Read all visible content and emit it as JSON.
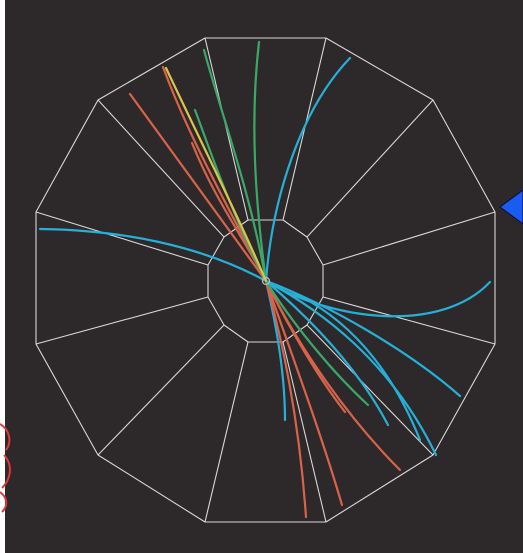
{
  "colors": {
    "page": "#ffffff",
    "panel": "#2d2829",
    "detector": "#d8d8d8",
    "vertex": "#bbbbbb",
    "marker": "#1a5cf0",
    "side_glyph": "#e03838"
  },
  "tracks": [
    {
      "label": "track-cyan-left",
      "color": "#26b0d8"
    },
    {
      "label": "track-cyan-up",
      "color": "#26b0d8"
    },
    {
      "label": "track-cyan-right-upper",
      "color": "#26b0d8"
    },
    {
      "label": "track-cyan-right-1",
      "color": "#26b0d8"
    },
    {
      "label": "track-cyan-right-2",
      "color": "#26b0d8"
    },
    {
      "label": "track-cyan-down-right-1",
      "color": "#26b0d8"
    },
    {
      "label": "track-cyan-down-right-2",
      "color": "#26b0d8"
    },
    {
      "label": "track-cyan-down",
      "color": "#26b0d8"
    },
    {
      "label": "track-orange-1",
      "color": "#d9634a"
    },
    {
      "label": "track-orange-2",
      "color": "#d9634a"
    },
    {
      "label": "track-orange-3",
      "color": "#d9634a"
    },
    {
      "label": "track-orange-4",
      "color": "#d9634a"
    },
    {
      "label": "track-orange-5",
      "color": "#d9634a"
    },
    {
      "label": "track-orange-6",
      "color": "#d9634a"
    },
    {
      "label": "track-orange-7",
      "color": "#d9634a"
    },
    {
      "label": "track-green-1",
      "color": "#3aa86a"
    },
    {
      "label": "track-green-2",
      "color": "#3aa86a"
    },
    {
      "label": "track-green-3",
      "color": "#3aa86a"
    },
    {
      "label": "track-green-4",
      "color": "#3aa86a"
    },
    {
      "label": "track-yellow-1",
      "color": "#d7c64a"
    }
  ]
}
